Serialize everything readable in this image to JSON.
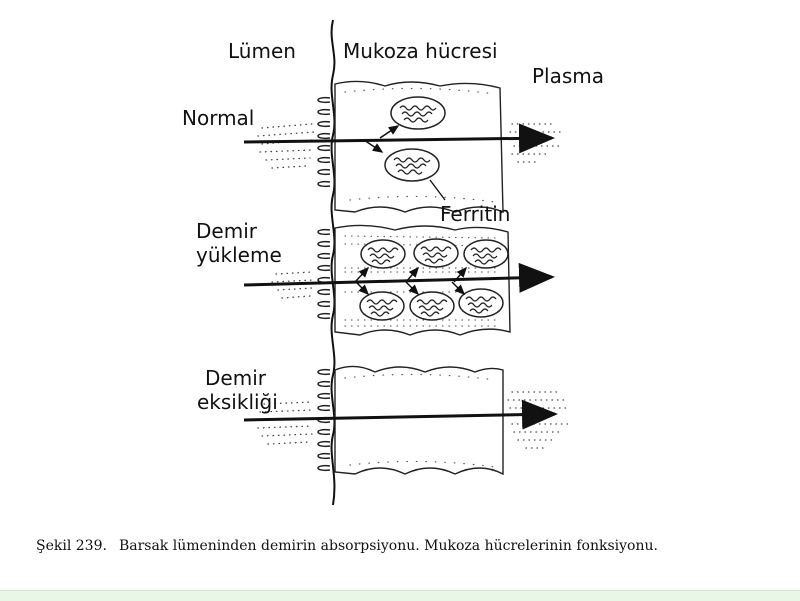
{
  "figure": {
    "labels": {
      "lumen": "Lümen",
      "mucosa_cell": "Mukoza hücresi",
      "plasma": "Plasma",
      "normal": "Normal",
      "ferritin": "Ferritin",
      "iron_load_line1": "Demir",
      "iron_load_line2": "yükleme",
      "iron_def_line1": "Demir",
      "iron_def_line2": "eksikliği"
    }
  },
  "caption": {
    "number": "Şekil 239.",
    "text": "Barsak lümeninden demirin absorpsiyonu. Mukoza hücrelerinin fonksiyonu."
  }
}
